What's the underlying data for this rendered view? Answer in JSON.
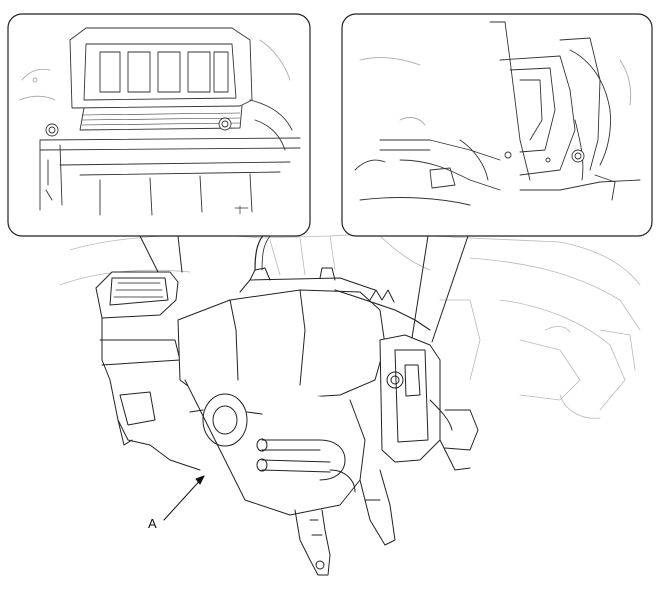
{
  "diagram": {
    "callouts": [
      {
        "id": "A",
        "label": "A"
      }
    ],
    "detail_views": [
      {
        "name": "left-detail-view"
      },
      {
        "name": "right-detail-view"
      }
    ]
  }
}
